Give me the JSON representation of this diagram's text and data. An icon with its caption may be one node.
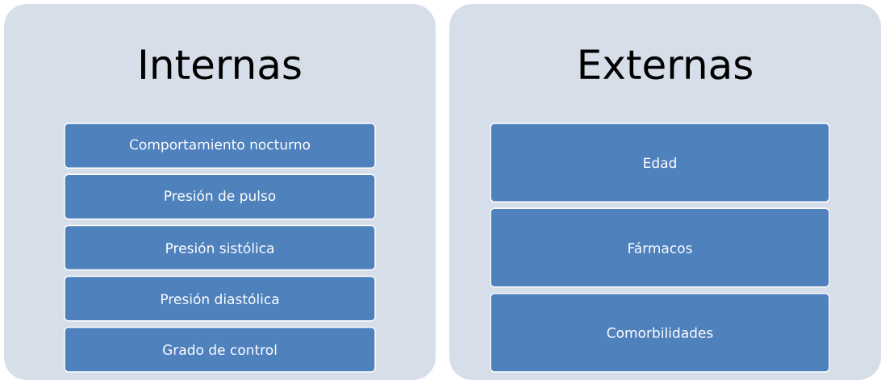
{
  "diagram": {
    "nodes": [
      {
        "text": [
          "Internas"
        ]
      },
      {
        "text": [
          "Comportamiento nocturno"
        ],
        "in": 0
      },
      {
        "text": [
          "Presión de pulso"
        ],
        "in": 0
      },
      {
        "text": [
          "Presión sistólica"
        ],
        "in": 0
      },
      {
        "text": [
          "Presión diastólica"
        ],
        "in": 0
      },
      {
        "text": [
          "Grado de control"
        ],
        "in": 0
      },
      {
        "text": [
          "Externas"
        ]
      },
      {
        "text": [
          "Edad"
        ],
        "in": 6
      },
      {
        "text": [
          "Fármacos"
        ],
        "in": 6
      },
      {
        "text": [
          "Comorbilidades"
        ],
        "in": 6
      }
    ]
  }
}
